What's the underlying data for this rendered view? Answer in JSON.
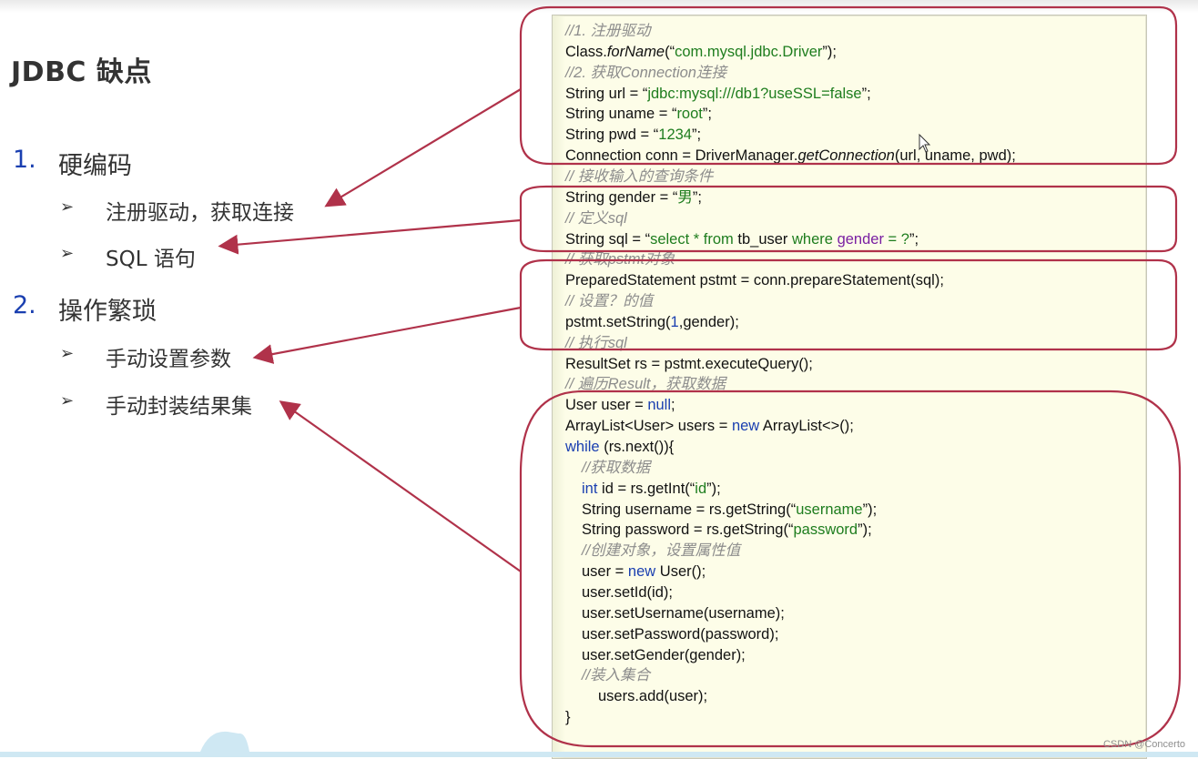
{
  "slide": {
    "title": "JDBC 缺点",
    "outline": [
      {
        "num": "1.",
        "text": "硬编码",
        "children": [
          "注册驱动，获取连接",
          "SQL 语句"
        ]
      },
      {
        "num": "2.",
        "text": "操作繁琐",
        "children": [
          "手动设置参数",
          "手动封装结果集"
        ]
      }
    ],
    "bullet_glyph": "➢"
  },
  "code_lines": [
    {
      "indent": 0,
      "parts": [
        {
          "t": "//1. 注册驱动",
          "c": "cmt"
        }
      ]
    },
    {
      "indent": 0,
      "parts": [
        {
          "t": "Class."
        },
        {
          "t": "forName",
          "c": "italic"
        },
        {
          "t": "(“"
        },
        {
          "t": "com.mysql.jdbc.Driver",
          "c": "str"
        },
        {
          "t": "”);"
        }
      ]
    },
    {
      "indent": 0,
      "parts": [
        {
          "t": "//2. 获取Connection连接",
          "c": "cmt"
        }
      ]
    },
    {
      "indent": 0,
      "parts": [
        {
          "t": "String url = “"
        },
        {
          "t": "jdbc:mysql:///db1?useSSL=false",
          "c": "str"
        },
        {
          "t": "”;"
        }
      ]
    },
    {
      "indent": 0,
      "parts": [
        {
          "t": "String uname = “"
        },
        {
          "t": "root",
          "c": "str"
        },
        {
          "t": "”;"
        }
      ]
    },
    {
      "indent": 0,
      "parts": [
        {
          "t": "String pwd = “"
        },
        {
          "t": "1234",
          "c": "str"
        },
        {
          "t": "”;"
        }
      ]
    },
    {
      "indent": 0,
      "parts": [
        {
          "t": "Connection conn = DriverManager."
        },
        {
          "t": "getConnection",
          "c": "italic"
        },
        {
          "t": "(url, uname, pwd);"
        }
      ]
    },
    {
      "indent": 0,
      "parts": [
        {
          "t": "// 接收输入的查询条件",
          "c": "cmt"
        }
      ]
    },
    {
      "indent": 0,
      "parts": [
        {
          "t": "String gender = “"
        },
        {
          "t": "男",
          "c": "str"
        },
        {
          "t": "”;"
        }
      ]
    },
    {
      "indent": 0,
      "parts": [
        {
          "t": "// 定义sql",
          "c": "cmt"
        }
      ]
    },
    {
      "indent": 0,
      "parts": [
        {
          "t": "String sql = “"
        },
        {
          "t": "select * from",
          "c": "str"
        },
        {
          "t": " tb_user "
        },
        {
          "t": "where",
          "c": "str"
        },
        {
          "t": " "
        },
        {
          "t": "gender",
          "c": "purple"
        },
        {
          "t": " "
        },
        {
          "t": "= ?",
          "c": "str"
        },
        {
          "t": "”;"
        }
      ]
    },
    {
      "indent": 0,
      "parts": [
        {
          "t": "// 获取pstmt对象",
          "c": "cmt"
        }
      ]
    },
    {
      "indent": 0,
      "parts": [
        {
          "t": "PreparedStatement pstmt = conn.prepareStatement(sql);"
        }
      ]
    },
    {
      "indent": 0,
      "parts": [
        {
          "t": "// 设置？的值",
          "c": "cmt"
        }
      ]
    },
    {
      "indent": 0,
      "parts": [
        {
          "t": "pstmt.setString("
        },
        {
          "t": "1",
          "c": "num"
        },
        {
          "t": ",gender);"
        }
      ]
    },
    {
      "indent": 0,
      "parts": [
        {
          "t": "// 执行sql",
          "c": "cmt"
        }
      ]
    },
    {
      "indent": 0,
      "parts": [
        {
          "t": "ResultSet rs = pstmt.executeQuery();"
        }
      ]
    },
    {
      "indent": 0,
      "parts": [
        {
          "t": "// 遍历Result，获取数据",
          "c": "cmt"
        }
      ]
    },
    {
      "indent": 0,
      "parts": [
        {
          "t": "User user = "
        },
        {
          "t": "null",
          "c": "kw"
        },
        {
          "t": ";"
        }
      ]
    },
    {
      "indent": 0,
      "parts": [
        {
          "t": "ArrayList<User> users = "
        },
        {
          "t": "new",
          "c": "kw"
        },
        {
          "t": " ArrayList<>();"
        }
      ]
    },
    {
      "indent": 0,
      "parts": [
        {
          "t": "while",
          "c": "kw"
        },
        {
          "t": " (rs.next()){"
        }
      ]
    },
    {
      "indent": 1,
      "parts": [
        {
          "t": "//获取数据",
          "c": "cmt"
        }
      ]
    },
    {
      "indent": 1,
      "parts": [
        {
          "t": "int",
          "c": "kw"
        },
        {
          "t": " id = rs.getInt(“"
        },
        {
          "t": "id",
          "c": "str"
        },
        {
          "t": "”);"
        }
      ]
    },
    {
      "indent": 1,
      "parts": [
        {
          "t": "String username = rs.getString(“"
        },
        {
          "t": "username",
          "c": "str"
        },
        {
          "t": "”);"
        }
      ]
    },
    {
      "indent": 1,
      "parts": [
        {
          "t": "String password = rs.getString(“"
        },
        {
          "t": "password",
          "c": "str"
        },
        {
          "t": "”);"
        }
      ]
    },
    {
      "indent": 1,
      "parts": [
        {
          "t": "//创建对象，设置属性值",
          "c": "cmt"
        }
      ]
    },
    {
      "indent": 1,
      "parts": [
        {
          "t": "user = "
        },
        {
          "t": "new",
          "c": "kw"
        },
        {
          "t": " User();"
        }
      ]
    },
    {
      "indent": 1,
      "parts": [
        {
          "t": "user.setId(id);"
        }
      ]
    },
    {
      "indent": 1,
      "parts": [
        {
          "t": "user.setUsername(username);"
        }
      ]
    },
    {
      "indent": 1,
      "parts": [
        {
          "t": "user.setPassword(password);"
        }
      ]
    },
    {
      "indent": 1,
      "parts": [
        {
          "t": "user.setGender(gender);"
        }
      ]
    },
    {
      "indent": 1,
      "parts": [
        {
          "t": "//装入集合",
          "c": "cmt"
        }
      ]
    },
    {
      "indent": 2,
      "parts": [
        {
          "t": "users.add(user);"
        }
      ]
    },
    {
      "indent": 0,
      "parts": [
        {
          "t": "}"
        }
      ]
    }
  ],
  "annotation_color": "#b0324a",
  "watermark": "CSDN @Concerto"
}
